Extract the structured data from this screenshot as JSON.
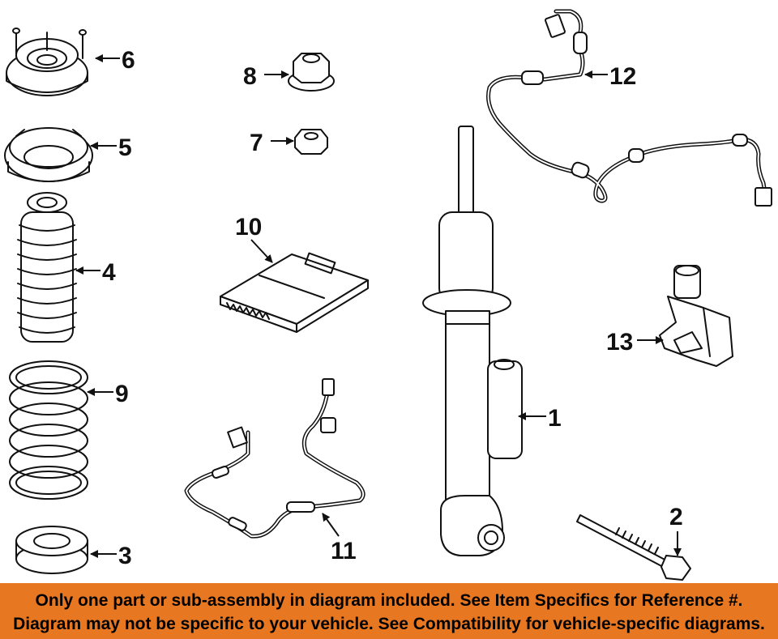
{
  "callouts": {
    "c1": "1",
    "c2": "2",
    "c3": "3",
    "c4": "4",
    "c5": "5",
    "c6": "6",
    "c7": "7",
    "c8": "8",
    "c9": "9",
    "c10": "10",
    "c11": "11",
    "c12": "12",
    "c13": "13"
  },
  "footer": {
    "line1": "Only one part or sub-assembly in diagram included. See Item Specifics for Reference #.",
    "line2": "Diagram may not be specific to your vehicle. See Compatibility for vehicle-specific diagrams.",
    "background": "#e87722"
  }
}
